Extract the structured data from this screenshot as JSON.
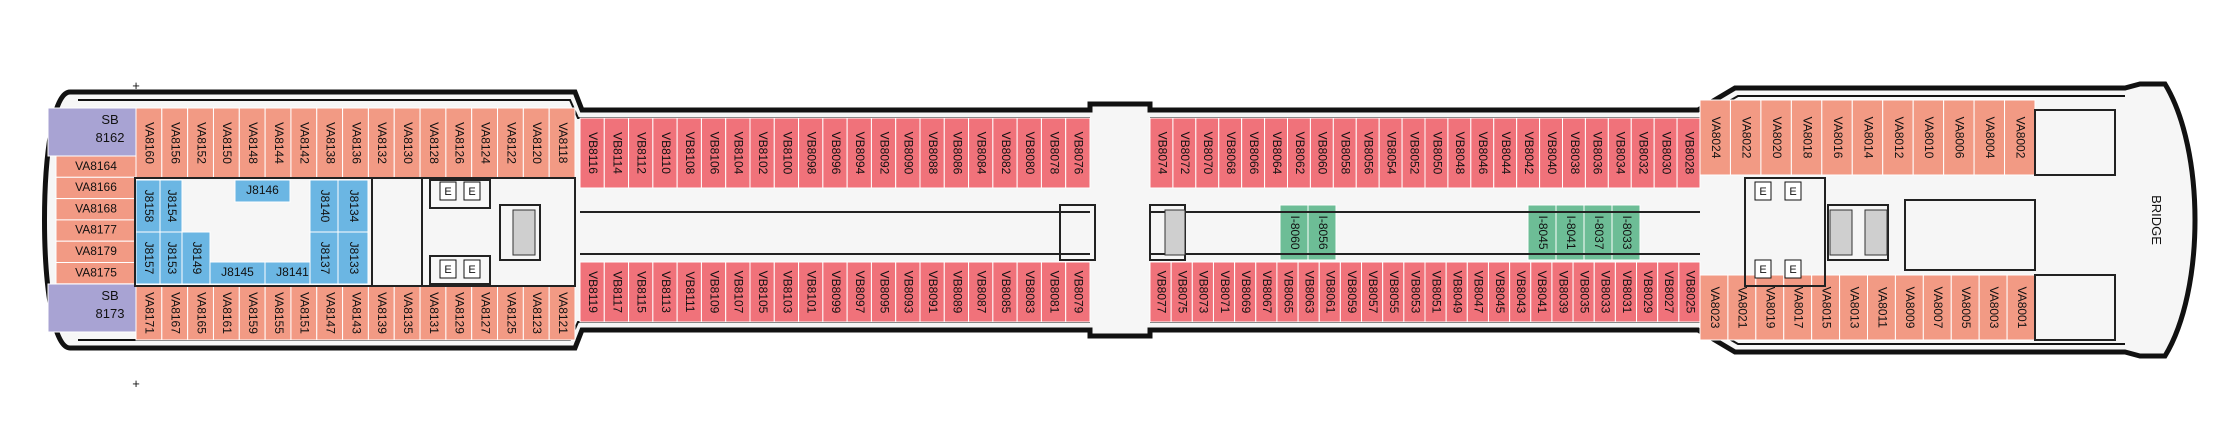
{
  "deck": {
    "bridge_label": "BRIDGE",
    "colors": {
      "verandah": "#f29a84",
      "vista": "#f0727a",
      "suite": "#a8a3d3",
      "inside": "#6bb6e3",
      "interior": "#6dbd96",
      "hull": "#111111",
      "deck_wood": "#f4f4f4"
    },
    "markers": {
      "plus_top": "+",
      "plus_bottom": "+"
    },
    "aft_suites": {
      "top": {
        "line1": "SB",
        "line2": "8162"
      },
      "bottom": {
        "line1": "SB",
        "line2": "8173"
      }
    },
    "aft_stack": [
      "VA8164",
      "VA8166",
      "VA8168",
      "VA8177",
      "VA8179",
      "VA8175"
    ],
    "aft_top_row": [
      "VA8160",
      "VA8156",
      "VA8152",
      "VA8150",
      "VA8148",
      "VA8144",
      "VA8142",
      "VA8138",
      "VA8136",
      "VA8132",
      "VA8130",
      "VA8128",
      "VA8126",
      "VA8124",
      "VA8122",
      "VA8120",
      "VA8118"
    ],
    "aft_bottom_row": [
      "VA8171",
      "VA8167",
      "VA8165",
      "VA8161",
      "VA8159",
      "VA8155",
      "VA8151",
      "VA8147",
      "VA8143",
      "VA8139",
      "VA8135",
      "VA8131",
      "VA8129",
      "VA8127",
      "VA8125",
      "VA8123",
      "VA8121"
    ],
    "inside_block": {
      "left": [
        "J8158",
        "J8154",
        "J8157",
        "J8153"
      ],
      "mid": [
        "J8146",
        "J8149",
        "J8145",
        "J8141"
      ],
      "right": [
        "J8140",
        "J8134",
        "J8137",
        "J8133"
      ]
    },
    "mid_aft_top": [
      "VB8116",
      "VB8114",
      "VB8112",
      "VB8110",
      "VB8108",
      "VB8106",
      "VB8104",
      "VB8102",
      "VB8100",
      "VB8098",
      "VB8096",
      "VB8094",
      "VB8092",
      "VB8090",
      "VB8088",
      "VB8086",
      "VB8084",
      "VB8082",
      "VB8080",
      "VB8078",
      "VB8076"
    ],
    "mid_aft_bottom": [
      "VB8119",
      "VB8117",
      "VB8115",
      "VB8113",
      "VB8111",
      "VB8109",
      "VB8107",
      "VB8105",
      "VB8103",
      "VB8101",
      "VB8099",
      "VB8097",
      "VB8095",
      "VB8093",
      "VB8091",
      "VB8089",
      "VB8087",
      "VB8085",
      "VB8083",
      "VB8081",
      "VB8079"
    ],
    "mid_fwd_top": [
      "VB8074",
      "VB8072",
      "VB8070",
      "VB8068",
      "VB8066",
      "VB8064",
      "VB8062",
      "VB8060",
      "VB8058",
      "VB8056",
      "VB8054",
      "VB8052",
      "VB8050",
      "VB8048",
      "VB8046",
      "VB8044",
      "VB8042",
      "VB8040",
      "VB8038",
      "VB8036",
      "VB8034",
      "VB8032",
      "VB8030",
      "VB8028"
    ],
    "mid_fwd_bottom": [
      "VB8077",
      "VB8075",
      "VB8073",
      "VB8071",
      "VB8069",
      "VB8067",
      "VB8065",
      "VB8063",
      "VB8061",
      "VB8059",
      "VB8057",
      "VB8055",
      "VB8053",
      "VB8051",
      "VB8049",
      "VB8047",
      "VB8045",
      "VB8043",
      "VB8041",
      "VB8039",
      "VB8035",
      "VB8033",
      "VB8031",
      "VB8029",
      "VB8027",
      "VB8025"
    ],
    "interior_rooms": [
      "I-8056",
      "I-8060",
      "I-8045",
      "I-8041",
      "I-8037",
      "I-8033"
    ],
    "fwd_top_row": [
      "VA8024",
      "VA8022",
      "VA8020",
      "VA8018",
      "VA8016",
      "VA8014",
      "VA8012",
      "VA8010",
      "VA8006",
      "VA8004",
      "VA8002"
    ],
    "fwd_bottom_row": [
      "VA8023",
      "VA8021",
      "VA8019",
      "VA8017",
      "VA8015",
      "VA8013",
      "VA8011",
      "VA8009",
      "VA8007",
      "VA8005",
      "VA8003",
      "VA8001"
    ]
  }
}
